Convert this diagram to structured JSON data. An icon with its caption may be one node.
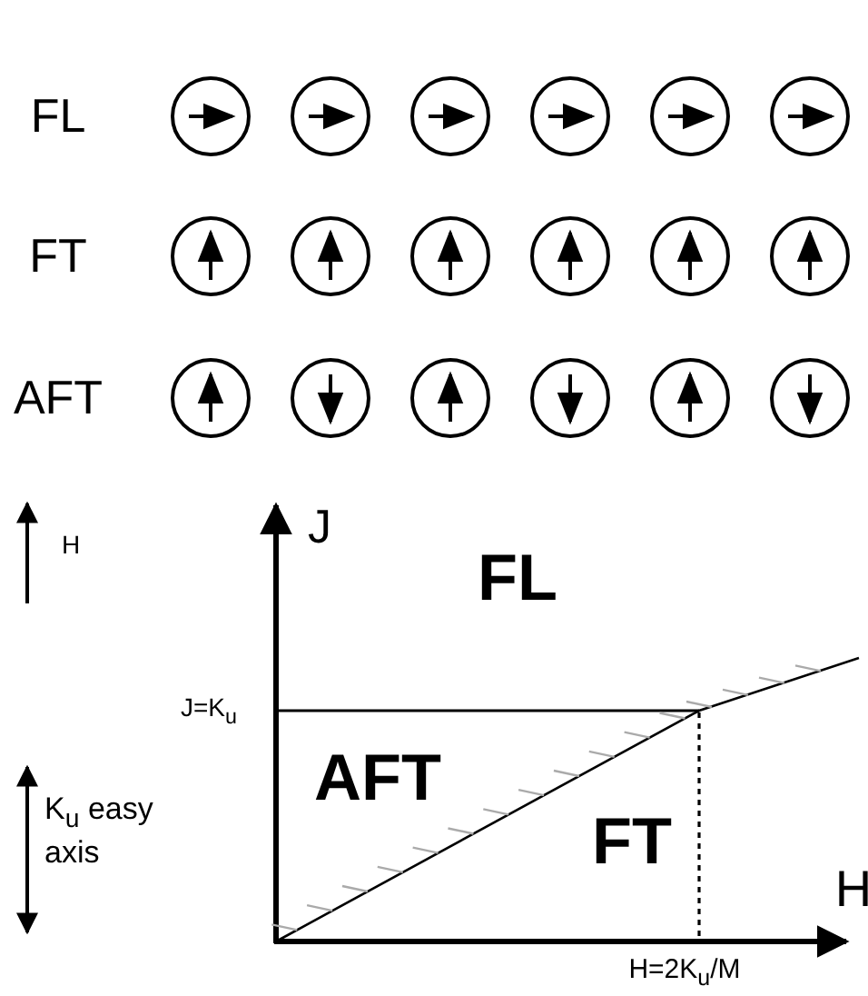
{
  "diagram": {
    "labels": [
      "FL",
      "FT",
      "AFT",
      "H",
      "J",
      "FL",
      "J=K$_{u}$",
      "AFT",
      "K$_{u}$ easy axis",
      "FT",
      "H",
      "H=2K$_{u}$/M"
    ]
  }
}
